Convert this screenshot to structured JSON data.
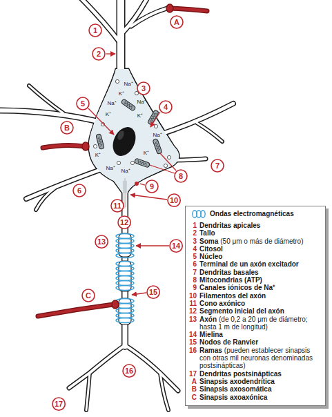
{
  "diagram": {
    "nodes": [
      {
        "text": [
          "1"
        ]
      },
      {
        "text": [
          "2"
        ]
      },
      {
        "text": [
          "A"
        ]
      },
      {
        "text": [
          "3"
        ]
      },
      {
        "text": [
          "5"
        ]
      },
      {
        "text": [
          "4"
        ]
      },
      {
        "text": [
          "B"
        ]
      },
      {
        "text": [
          "8"
        ]
      },
      {
        "text": [
          "7"
        ]
      },
      {
        "text": [
          "9"
        ]
      },
      {
        "text": [
          "6"
        ]
      },
      {
        "text": [
          "10"
        ]
      },
      {
        "text": [
          "11"
        ]
      },
      {
        "text": [
          "12"
        ]
      },
      {
        "text": [
          "13"
        ]
      },
      {
        "text": [
          "14"
        ]
      },
      {
        "text": [
          "15"
        ]
      },
      {
        "text": [
          "C"
        ]
      },
      {
        "text": [
          "16"
        ]
      },
      {
        "text": [
          "17"
        ]
      }
    ],
    "labels": [
      "Na⁺",
      "K⁺",
      "Na⁺",
      "Na⁺",
      "K⁺",
      "K⁺",
      "Na⁺",
      "K⁺",
      "K⁺",
      "Na⁺",
      "Na⁺",
      "1",
      "Dendritas apicales",
      "2",
      "Tallo",
      "3",
      "Soma",
      "(50 μm o más de diámetro)",
      "4",
      "Citosol",
      "5",
      "Núcleo",
      "6",
      "Terminal de un axón excitador",
      "7",
      "Dendritas basales",
      "8",
      "Mitocondrias (ATP)",
      "9",
      "Canales iónicos de Na⁺",
      "10",
      "Filamentos del axón",
      "11",
      "Cono axónico",
      "12",
      "Segmento inicial del axón",
      "13",
      "Axón",
      "(de 0,2 a 20 μm de diámetro; hasta 1 m de longitud)",
      "14",
      "Mielina",
      "15",
      "Nodos de Ranvier",
      "16",
      "Ramas",
      "(pueden establecer sinapsis con otras mil neuronas denominadas postsinápticas)",
      "17",
      "Dendritas postsinápticas",
      "A",
      "Sinapsis axodendrítica",
      "B",
      "Sinapsis axosomática",
      "C",
      "Sinapsis axoaxónica"
    ],
    "legend": [
      {
        "text": "Ondas electromagnéticas"
      }
    ]
  }
}
